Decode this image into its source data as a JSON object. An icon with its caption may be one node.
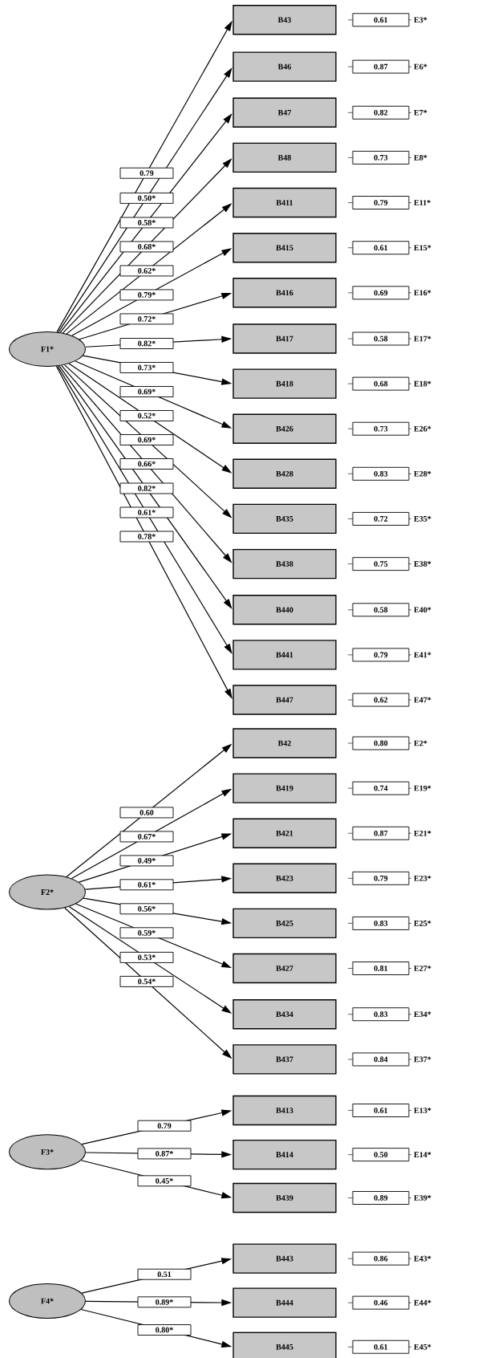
{
  "diagram": {
    "nodes": [
      {
        "text": [
          "F1*"
        ]
      },
      {
        "text": [
          "B43"
        ]
      },
      {
        "text": [
          "0.61"
        ],
        "beside": [
          "E3*"
        ]
      },
      {
        "text": [
          "B46"
        ]
      },
      {
        "text": [
          "0.87"
        ],
        "beside": [
          "E6*"
        ]
      },
      {
        "text": [
          "B47"
        ]
      },
      {
        "text": [
          "0.82"
        ],
        "beside": [
          "E7*"
        ]
      },
      {
        "text": [
          "B48"
        ]
      },
      {
        "text": [
          "0.73"
        ],
        "beside": [
          "E8*"
        ]
      },
      {
        "text": [
          "B411"
        ]
      },
      {
        "text": [
          "0.79"
        ],
        "beside": [
          "E11*"
        ]
      },
      {
        "text": [
          "B415"
        ]
      },
      {
        "text": [
          "0.61"
        ],
        "beside": [
          "E15*"
        ]
      },
      {
        "text": [
          "B416"
        ]
      },
      {
        "text": [
          "0.69"
        ],
        "beside": [
          "E16*"
        ]
      },
      {
        "text": [
          "B417"
        ]
      },
      {
        "text": [
          "0.58"
        ],
        "beside": [
          "E17*"
        ]
      },
      {
        "text": [
          "B418"
        ]
      },
      {
        "text": [
          "0.68"
        ],
        "beside": [
          "E18*"
        ]
      },
      {
        "text": [
          "B426"
        ]
      },
      {
        "text": [
          "0.73"
        ],
        "beside": [
          "E26*"
        ]
      },
      {
        "text": [
          "B428"
        ]
      },
      {
        "text": [
          "0.83"
        ],
        "beside": [
          "E28*"
        ]
      },
      {
        "text": [
          "B435"
        ]
      },
      {
        "text": [
          "0.72"
        ],
        "beside": [
          "E35*"
        ]
      },
      {
        "text": [
          "B438"
        ]
      },
      {
        "text": [
          "0.75"
        ],
        "beside": [
          "E38*"
        ]
      },
      {
        "text": [
          "B440"
        ]
      },
      {
        "text": [
          "0.58"
        ],
        "beside": [
          "E40*"
        ]
      },
      {
        "text": [
          "B441"
        ]
      },
      {
        "text": [
          "0.79"
        ],
        "beside": [
          "E41*"
        ]
      },
      {
        "text": [
          "B447"
        ]
      },
      {
        "text": [
          "0.62"
        ],
        "beside": [
          "E47*"
        ]
      },
      {
        "text": [
          "F2*"
        ]
      },
      {
        "text": [
          "B42"
        ]
      },
      {
        "text": [
          "0.80"
        ],
        "beside": [
          "E2*"
        ]
      },
      {
        "text": [
          "B419"
        ]
      },
      {
        "text": [
          "0.74"
        ],
        "beside": [
          "E19*"
        ]
      },
      {
        "text": [
          "B421"
        ]
      },
      {
        "text": [
          "0.87"
        ],
        "beside": [
          "E21*"
        ]
      },
      {
        "text": [
          "B423"
        ]
      },
      {
        "text": [
          "0.79"
        ],
        "beside": [
          "E23*"
        ]
      },
      {
        "text": [
          "B425"
        ]
      },
      {
        "text": [
          "0.83"
        ],
        "beside": [
          "E25*"
        ]
      },
      {
        "text": [
          "B427"
        ]
      },
      {
        "text": [
          "0.81"
        ],
        "beside": [
          "E27*"
        ]
      },
      {
        "text": [
          "B434"
        ]
      },
      {
        "text": [
          "0.83"
        ],
        "beside": [
          "E34*"
        ]
      },
      {
        "text": [
          "B437"
        ]
      },
      {
        "text": [
          "0.84"
        ],
        "beside": [
          "E37*"
        ]
      },
      {
        "text": [
          "F3*"
        ]
      },
      {
        "text": [
          "B413"
        ]
      },
      {
        "text": [
          "0.61"
        ],
        "beside": [
          "E13*"
        ]
      },
      {
        "text": [
          "B414"
        ]
      },
      {
        "text": [
          "0.50"
        ],
        "beside": [
          "E14*"
        ]
      },
      {
        "text": [
          "B439"
        ]
      },
      {
        "text": [
          "0.89"
        ],
        "beside": [
          "E39*"
        ]
      },
      {
        "text": [
          "F4*"
        ]
      },
      {
        "text": [
          "B443"
        ]
      },
      {
        "text": [
          "0.86"
        ],
        "beside": [
          "E43*"
        ]
      },
      {
        "text": [
          "B444"
        ]
      },
      {
        "text": [
          "0.46"
        ],
        "beside": [
          "E44*"
        ]
      },
      {
        "text": [
          "B445"
        ]
      },
      {
        "text": [
          "0.61"
        ],
        "beside": [
          "E45*"
        ]
      }
    ],
    "edges": [
      {
        "from": 0,
        "to": 1,
        "arrow": "to",
        "label": "0.79"
      },
      {
        "from": 0,
        "to": 3,
        "arrow": "to",
        "label": "0.50*"
      },
      {
        "from": 0,
        "to": 5,
        "arrow": "to",
        "label": "0.58*"
      },
      {
        "from": 0,
        "to": 7,
        "arrow": "to",
        "label": "0.68*"
      },
      {
        "from": 0,
        "to": 9,
        "arrow": "to",
        "label": "0.62*"
      },
      {
        "from": 0,
        "to": 11,
        "arrow": "to",
        "label": "0.79*"
      },
      {
        "from": 0,
        "to": 13,
        "arrow": "to",
        "label": "0.72*"
      },
      {
        "from": 0,
        "to": 15,
        "arrow": "to",
        "label": "0.82*"
      },
      {
        "from": 0,
        "to": 17,
        "arrow": "to",
        "label": "0.73*"
      },
      {
        "from": 0,
        "to": 19,
        "arrow": "to",
        "label": "0.69*"
      },
      {
        "from": 0,
        "to": 21,
        "arrow": "to",
        "label": "0.52*"
      },
      {
        "from": 0,
        "to": 23,
        "arrow": "to",
        "label": "0.69*"
      },
      {
        "from": 0,
        "to": 25,
        "arrow": "to",
        "label": "0.66*"
      },
      {
        "from": 0,
        "to": 27,
        "arrow": "to",
        "label": "0.82*"
      },
      {
        "from": 0,
        "to": 29,
        "arrow": "to",
        "label": "0.61*"
      },
      {
        "from": 0,
        "to": 31,
        "arrow": "to",
        "label": "0.78*"
      },
      {
        "from": 33,
        "to": 34,
        "arrow": "to",
        "label": "0.60"
      },
      {
        "from": 33,
        "to": 36,
        "arrow": "to",
        "label": "0.67*"
      },
      {
        "from": 33,
        "to": 38,
        "arrow": "to",
        "label": "0.49*"
      },
      {
        "from": 33,
        "to": 40,
        "arrow": "to",
        "label": "0.61*"
      },
      {
        "from": 33,
        "to": 42,
        "arrow": "to",
        "label": "0.56*"
      },
      {
        "from": 33,
        "to": 44,
        "arrow": "to",
        "label": "0.59*"
      },
      {
        "from": 33,
        "to": 46,
        "arrow": "to",
        "label": "0.53*"
      },
      {
        "from": 33,
        "to": 48,
        "arrow": "to",
        "label": "0.54*"
      },
      {
        "from": 50,
        "to": 51,
        "arrow": "to",
        "label": "0.79"
      },
      {
        "from": 50,
        "to": 53,
        "arrow": "to",
        "label": "0.87*"
      },
      {
        "from": 50,
        "to": 55,
        "arrow": "to",
        "label": "0.45*"
      },
      {
        "from": 57,
        "to": 58,
        "arrow": "to",
        "label": "0.51"
      },
      {
        "from": 57,
        "to": 60,
        "arrow": "to",
        "label": "0.89*"
      },
      {
        "from": 57,
        "to": 62,
        "arrow": "to",
        "label": "0.80*"
      }
    ]
  }
}
